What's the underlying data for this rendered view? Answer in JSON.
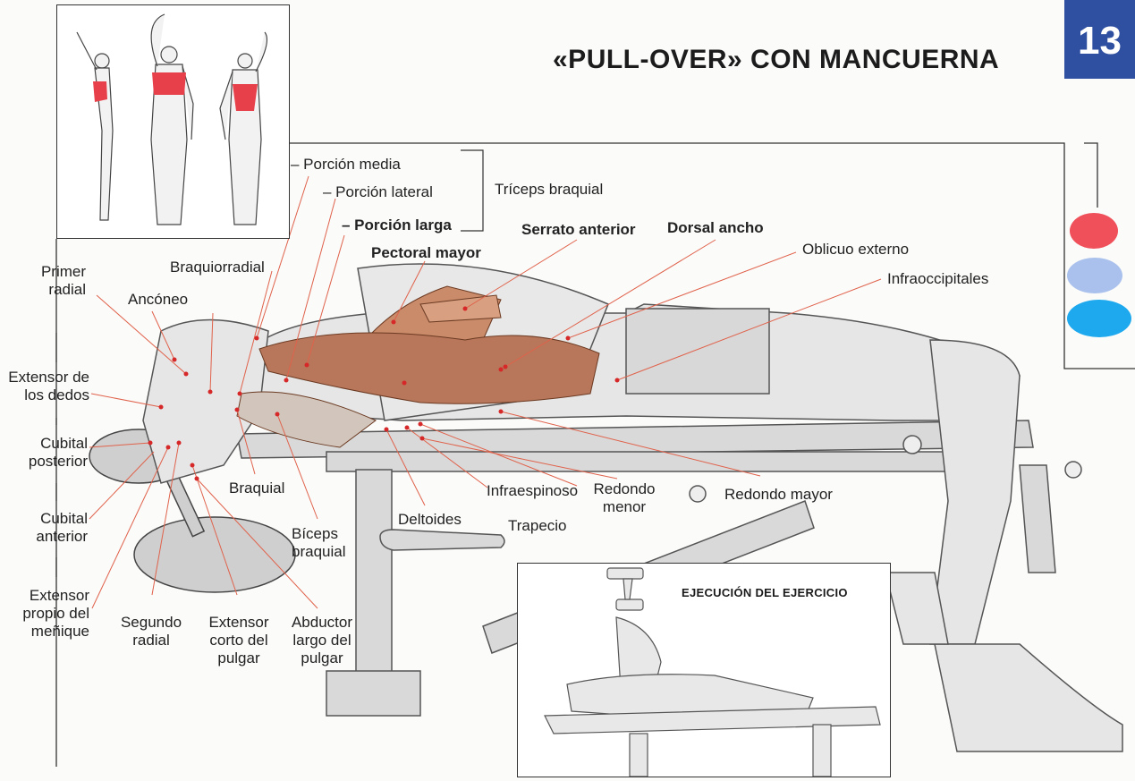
{
  "page": {
    "number": "13",
    "title": "«PULL-OVER» CON MANCUERNA",
    "accent_color": "#2f4fa0"
  },
  "insets": {
    "execution_label": "EJECUCIÓN DEL EJERCICIO"
  },
  "legend_colors": [
    "#f0505a",
    "#a9c1ec",
    "#1ea9ee"
  ],
  "labels": {
    "porcion_media": "– Porción media",
    "porcion_lateral": "– Porción lateral",
    "porcion_larga": "– Porción larga",
    "triceps": "Tríceps braquial",
    "serrato": "Serrato anterior",
    "dorsal": "Dorsal ancho",
    "pectoral": "Pectoral mayor",
    "oblicuo": "Oblicuo externo",
    "infraoccipitales": "Infraoccipitales",
    "braquiorradial": "Braquiorradial",
    "primer_radial_1": "Primer",
    "primer_radial_2": "radial",
    "anconeo": "Ancóneo",
    "extensor_dedos_1": "Extensor de",
    "extensor_dedos_2": "los dedos",
    "cubital_posterior_1": "Cubital",
    "cubital_posterior_2": "posterior",
    "cubital_anterior_1": "Cubital",
    "cubital_anterior_2": "anterior",
    "extensor_propio_1": "Extensor",
    "extensor_propio_2": "propio del",
    "extensor_propio_3": "meñique",
    "segundo_radial_1": "Segundo",
    "segundo_radial_2": "radial",
    "extensor_corto_1": "Extensor",
    "extensor_corto_2": "corto del",
    "extensor_corto_3": "pulgar",
    "abductor_1": "Abductor",
    "abductor_2": "largo del",
    "abductor_3": "pulgar",
    "braquial": "Braquial",
    "biceps_1": "Bíceps",
    "biceps_2": "braquial",
    "deltoides": "Deltoides",
    "infraespinoso": "Infraespinoso",
    "redondo_menor_1": "Redondo",
    "redondo_menor_2": "menor",
    "trapecio": "Trapecio",
    "redondo_mayor": "Redondo mayor"
  }
}
